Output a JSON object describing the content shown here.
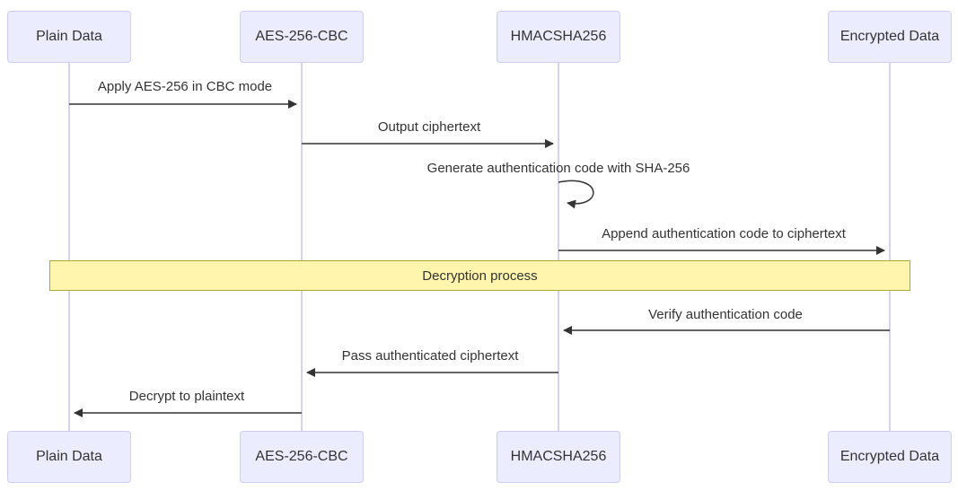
{
  "diagram": {
    "type": "sequence",
    "actors": [
      {
        "label": "Plain Data"
      },
      {
        "label": "AES-256-CBC"
      },
      {
        "label": "HMACSHA256"
      },
      {
        "label": "Encrypted Data"
      }
    ],
    "messages": [
      {
        "from": "Plain Data",
        "to": "AES-256-CBC",
        "label": "Apply AES-256 in CBC mode",
        "arrow": "solid-right"
      },
      {
        "from": "AES-256-CBC",
        "to": "HMACSHA256",
        "label": "Output ciphertext",
        "arrow": "solid-right"
      },
      {
        "from": "HMACSHA256",
        "to": "HMACSHA256",
        "label": "Generate authentication code with SHA-256",
        "arrow": "self-loop"
      },
      {
        "from": "HMACSHA256",
        "to": "Encrypted Data",
        "label": "Append authentication code to ciphertext",
        "arrow": "solid-right"
      },
      {
        "from": "Encrypted Data",
        "to": "HMACSHA256",
        "label": "Verify authentication code",
        "arrow": "solid-left"
      },
      {
        "from": "HMACSHA256",
        "to": "AES-256-CBC",
        "label": "Pass authenticated ciphertext",
        "arrow": "solid-left"
      },
      {
        "from": "AES-256-CBC",
        "to": "Plain Data",
        "label": "Decrypt to plaintext",
        "arrow": "solid-left"
      }
    ],
    "divider": {
      "label": "Decryption process"
    },
    "colors": {
      "actor_fill": "#ECECFF",
      "actor_border": "#CFCCF2",
      "lifeline": "#C9C3E8",
      "arrow": "#333333",
      "divider_fill": "#FFF5AD",
      "divider_border": "#AAAA33",
      "text": "#333333"
    }
  }
}
